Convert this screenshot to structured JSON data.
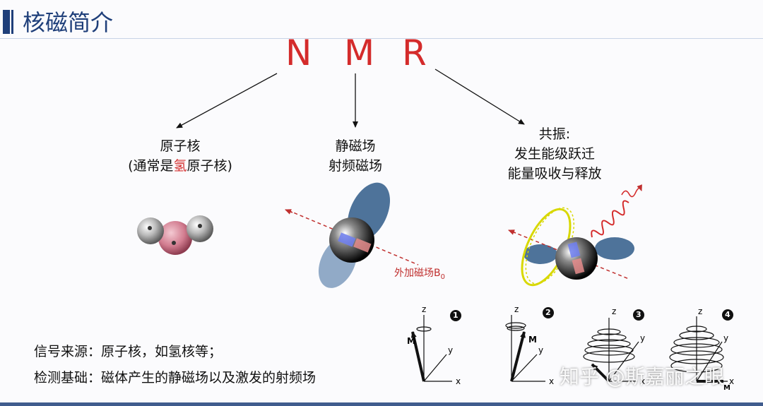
{
  "title": "核磁简介",
  "nmr_letters": [
    "N",
    "M",
    "R"
  ],
  "branches": {
    "nucleus": {
      "line1": "原子核",
      "line2_pre": "(通常是",
      "line2_hl": "氢",
      "line2_post": "原子核)"
    },
    "field": {
      "line1": "静磁场",
      "line2": "射频磁场"
    },
    "resonance": {
      "line1": "共振:",
      "line2": "发生能级跃迁",
      "line3": "能量吸收与释放"
    }
  },
  "external_field_label": "外加磁场B",
  "external_field_sub": "0",
  "bottom": {
    "signal": "信号来源：原子核，如氢核等；",
    "detect": "检测基础：磁体产生的静磁场以及激发的射频场"
  },
  "precession_steps": [
    "1",
    "2",
    "3",
    "4"
  ],
  "axes": {
    "z": "z",
    "y": "y",
    "x": "x",
    "m": "M"
  },
  "watermark": "知乎 @斯嘉丽之眼",
  "colors": {
    "title": "#1f3f7a",
    "accent": "#d42b2b"
  }
}
